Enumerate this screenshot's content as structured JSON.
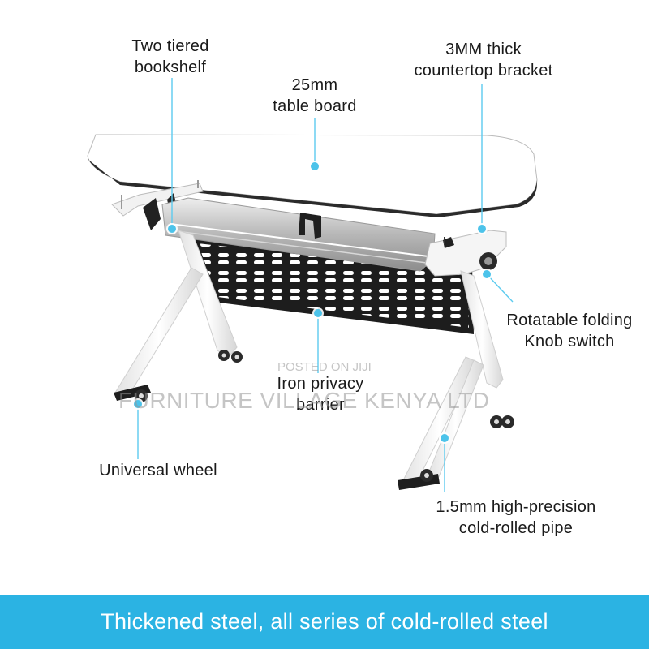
{
  "labels": {
    "bookshelf": "Two tiered\nbookshelf",
    "bracket": "3MM thick\ncountertop bracket",
    "board": "25mm\ntable board",
    "knob": "Rotatable folding\nKnob switch",
    "barrier": "Iron privacy\nbarrier",
    "wheel": "Universal wheel",
    "pipe": "1.5mm high-precision\ncold-rolled pipe"
  },
  "watermark": {
    "posted": "POSTED ON JIJI",
    "shop": "FURNITURE VILLAGE KENYA LTD"
  },
  "footer": {
    "text": "Thickened steel, all series of cold-rolled steel"
  },
  "colors": {
    "accent_blue": "#4cc3ea",
    "footer_bg": "#2bb3e3",
    "frame": "#f4f4f4",
    "panel": "#1d1d1d",
    "rail": "#bcbcbc"
  }
}
